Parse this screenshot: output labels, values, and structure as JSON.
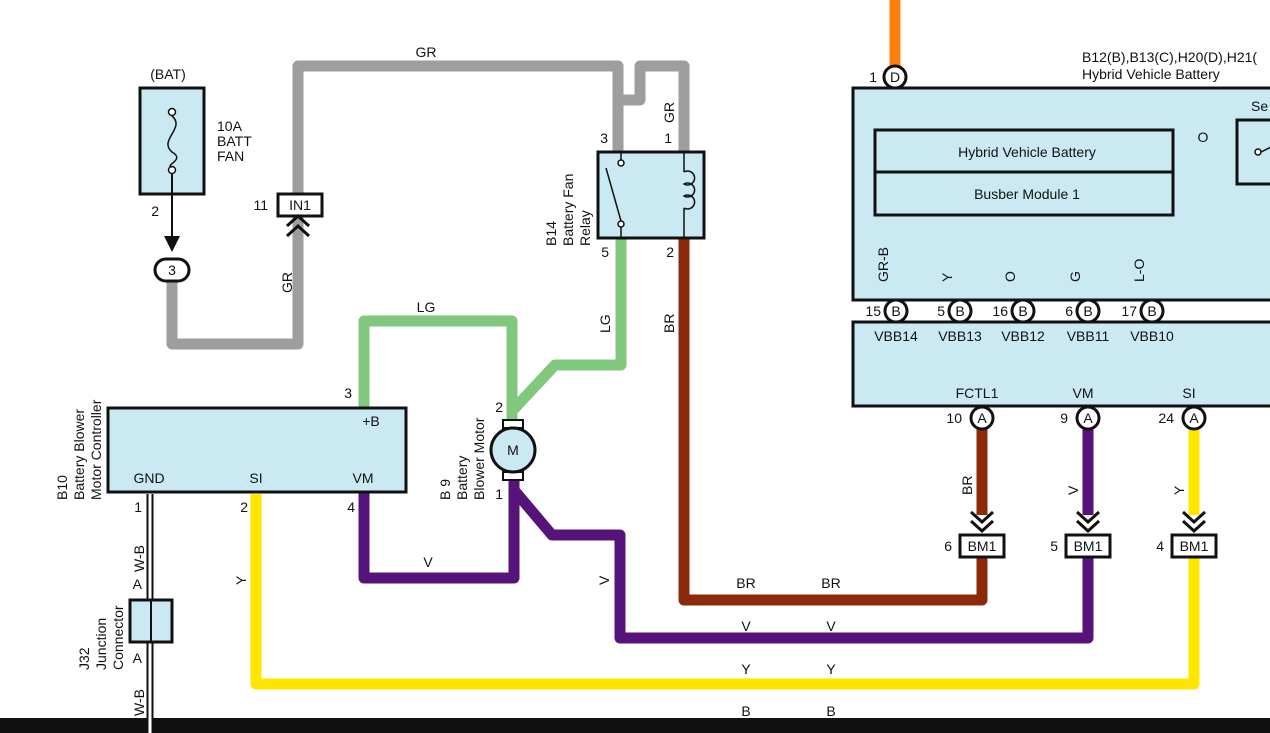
{
  "colors": {
    "GR": "#9e9e9e",
    "LG": "#80c87d",
    "BR": "#8b2a0a",
    "V": "#56147a",
    "Y": "#ffe600",
    "O": "#ff7f0e",
    "G": "#0a8a3a",
    "B": "#111111",
    "box_fill": "#cbe9f3"
  },
  "fuse": {
    "header": "(BAT)",
    "amp": "10A",
    "name1": "BATT",
    "name2": "FAN",
    "pin": "2",
    "conn": "3"
  },
  "in1": {
    "label": "IN1",
    "pin": "11"
  },
  "relay": {
    "id": "B14",
    "name1": "Battery Fan",
    "name2": "Relay",
    "pin3": "3",
    "pin1": "1",
    "pin5": "5",
    "pin2": "2"
  },
  "controller": {
    "id": "B10",
    "name1": "Battery Blower",
    "name2": "Motor Controller",
    "plusb": "+B",
    "gnd": "GND",
    "si": "SI",
    "vm": "VM",
    "pin3": "3",
    "pin1": "1",
    "pin2": "2",
    "pin4": "4"
  },
  "motor": {
    "id": "B 9",
    "name1": "Battery",
    "name2": "Blower Motor",
    "symbol": "M",
    "pin2": "2",
    "pin1": "1"
  },
  "junction": {
    "id": "J32",
    "name1": "Junction",
    "name2": "Connector",
    "pinA_top": "A",
    "pinA_bottom": "A"
  },
  "battery_ecu": {
    "title_conn": "B12(B),B13(C),H20(D),H21(",
    "title_name": "Hybrid Vehicle Battery",
    "inner_top": "Hybrid Vehicle Battery",
    "inner_bottom": "Busber Module 1",
    "sensor_partial": "Se",
    "pinD": "1",
    "pinD_letter": "D",
    "orange_label": "O",
    "vbb": [
      {
        "pin": "15",
        "letter": "B",
        "name": "VBB14",
        "wire": "GR-B"
      },
      {
        "pin": "5",
        "letter": "B",
        "name": "VBB13",
        "wire": "Y"
      },
      {
        "pin": "16",
        "letter": "B",
        "name": "VBB12",
        "wire": "O"
      },
      {
        "pin": "6",
        "letter": "B",
        "name": "VBB11",
        "wire": "G"
      },
      {
        "pin": "17",
        "letter": "B",
        "name": "VBB10",
        "wire": "L-O"
      }
    ],
    "a_pins": [
      {
        "pin": "10",
        "letter": "A",
        "name": "FCTL1",
        "wire": "BR"
      },
      {
        "pin": "9",
        "letter": "A",
        "name": "VM",
        "wire": "V"
      },
      {
        "pin": "24",
        "letter": "A",
        "name": "SI",
        "wire": "Y"
      }
    ]
  },
  "bm1": [
    {
      "pin": "6",
      "label": "BM1"
    },
    {
      "pin": "5",
      "label": "BM1"
    },
    {
      "pin": "4",
      "label": "BM1"
    }
  ],
  "wire_labels": {
    "gr_top": "GR",
    "gr_left": "GR",
    "gr_relay": "GR",
    "lg_top": "LG",
    "lg_relay": "LG",
    "br_relay": "BR",
    "br_bottom1": "BR",
    "br_bottom2": "BR",
    "v_loop": "V",
    "v_left": "V",
    "v_bottom1": "V",
    "v_bottom2": "V",
    "y_left": "Y",
    "y_bottom1": "Y",
    "y_bottom2": "Y",
    "b_bottom1": "B",
    "b_bottom2": "B",
    "wb_top": "W-B",
    "wb_bottom": "W-B"
  }
}
